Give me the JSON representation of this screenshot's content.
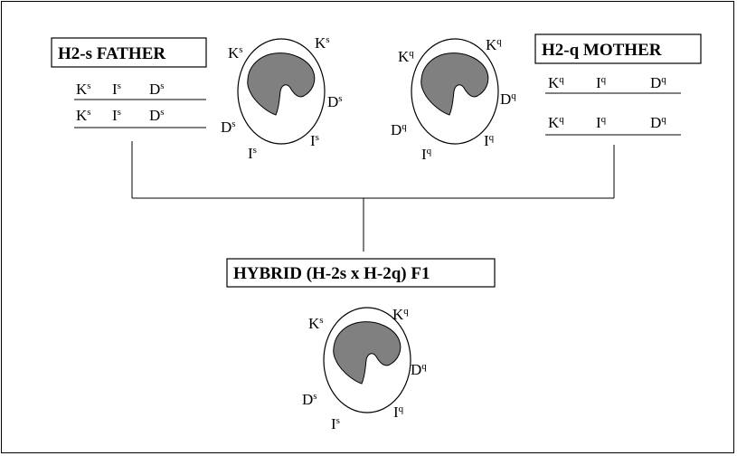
{
  "father": {
    "title": "H2-s FATHER",
    "row1": [
      [
        "K",
        "s"
      ],
      [
        "I",
        "s"
      ],
      [
        "D",
        "s"
      ]
    ],
    "row2": [
      [
        "K",
        "s"
      ],
      [
        "I",
        "s"
      ],
      [
        "D",
        "s"
      ]
    ]
  },
  "mother": {
    "title": "H2-q MOTHER",
    "row1": [
      [
        "K",
        "q"
      ],
      [
        "I",
        "q"
      ],
      [
        "D",
        "q"
      ]
    ],
    "row2": [
      [
        "K",
        "q"
      ],
      [
        "I",
        "q"
      ],
      [
        "D",
        "q"
      ]
    ]
  },
  "hybrid": {
    "title": "HYBRID (H-2s x H-2q) F1"
  },
  "cells": {
    "father_cell": {
      "k_left": [
        "K",
        "s"
      ],
      "k_right": [
        "K",
        "s"
      ],
      "d_right": [
        "D",
        "s"
      ],
      "d_left": [
        "D",
        "s"
      ],
      "i_left": [
        "I",
        "s"
      ],
      "i_right": [
        "I",
        "s"
      ]
    },
    "mother_cell": {
      "k_left": [
        "K",
        "q"
      ],
      "k_right": [
        "K",
        "q"
      ],
      "d_right": [
        "D",
        "q"
      ],
      "d_left": [
        "D",
        "q"
      ],
      "i_left": [
        "I",
        "q"
      ],
      "i_right": [
        "I",
        "q"
      ]
    },
    "hybrid_cell": {
      "k_left": [
        "K",
        "s"
      ],
      "k_right": [
        "K",
        "q"
      ],
      "d_right": [
        "D",
        "q"
      ],
      "d_left": [
        "D",
        "s"
      ],
      "i_left": [
        "I",
        "s"
      ],
      "i_right": [
        "I",
        "q"
      ]
    }
  },
  "colors": {
    "nucleus": "#808080",
    "line": "#000000",
    "background": "#ffffff"
  }
}
